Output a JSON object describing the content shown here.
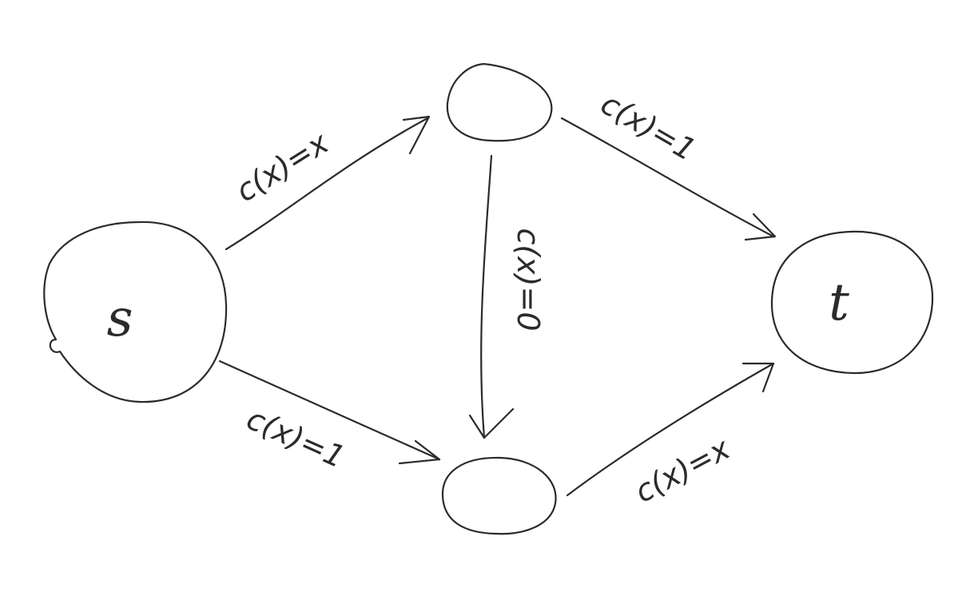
{
  "nodes": {
    "source": {
      "label": "s"
    },
    "top": {
      "label": ""
    },
    "bottom": {
      "label": ""
    },
    "sink": {
      "label": "t"
    }
  },
  "edges": [
    {
      "from": "s",
      "to": "top",
      "label": "c(x)=x"
    },
    {
      "from": "top",
      "to": "t",
      "label": "c(x)=1"
    },
    {
      "from": "top",
      "to": "bottom",
      "label": "c(x)=0"
    },
    {
      "from": "s",
      "to": "bottom",
      "label": "c(x)=1"
    },
    {
      "from": "bottom",
      "to": "t",
      "label": "c(x)=x"
    }
  ]
}
